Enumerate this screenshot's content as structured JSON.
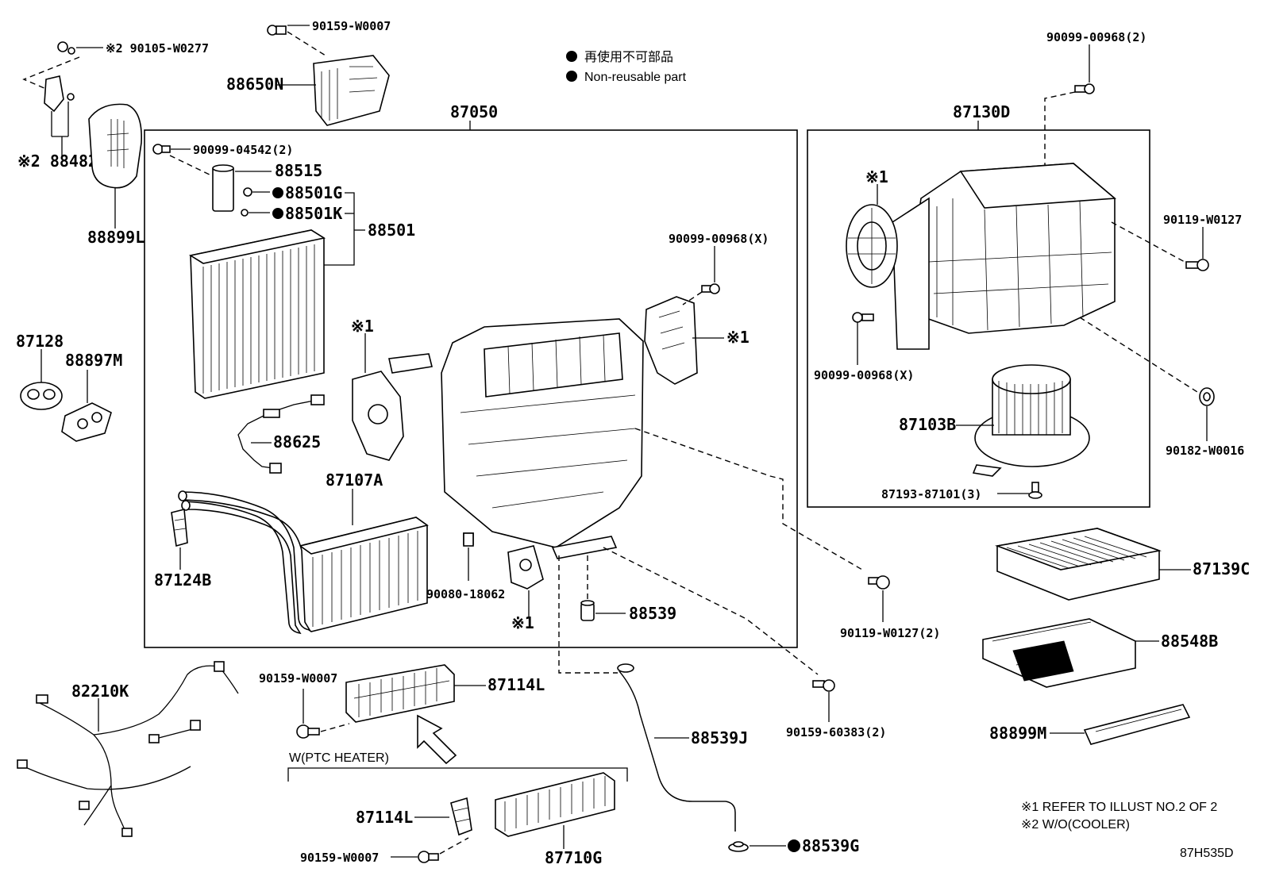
{
  "diagram_id": "87H535D",
  "legend": {
    "jp": "再使用不可部品",
    "en": "Non-reusable part"
  },
  "groups": {
    "unit": "87050",
    "blower": "87130D",
    "ptc_header": "W(PTC HEATER)"
  },
  "labels": {
    "l90159_top": "90159-W0007",
    "l88650N": "88650N",
    "l90105": "※2 90105-W0277",
    "l88482": "※2 88482",
    "l88899L": "88899L",
    "l90099_04542": "90099-04542(2)",
    "l88515": "88515",
    "l88501G": "88501G",
    "l88501K": "88501K",
    "l88501": "88501",
    "l87128": "87128",
    "l88897M": "88897M",
    "l88625": "88625",
    "l87107A": "87107A",
    "l87124B": "87124B",
    "l90080": "90080-18062",
    "l88539": "88539",
    "l90099_X_mid": "90099-00968(X)",
    "l90099_2_top": "90099-00968(2)",
    "l90099_X_right": "90099-00968(X)",
    "l90119_W0127": "90119-W0127",
    "l87103B": "87103B",
    "l90182": "90182-W0016",
    "l87193": "87193-87101(3)",
    "l87139C": "87139C",
    "l90119_W0127_2": "90119-W0127(2)",
    "l88548B": "88548B",
    "l90159_60383": "90159-60383(2)",
    "l88899M": "88899M",
    "l88539J": "88539J",
    "l88539G": "88539G",
    "l82210K": "82210K",
    "l90159_mid": "90159-W0007",
    "l87114L_top": "87114L",
    "l87114L_bot": "87114L",
    "l90159_bot": "90159-W0007",
    "l87710G": "87710G",
    "ref1_mark_a": "※1",
    "ref1_mark_b": "※1",
    "ref1_mark_c": "※1",
    "ref1_mark_d": "※1"
  },
  "footnotes": {
    "n1": "※1 REFER TO ILLUST NO.2 OF 2",
    "n2": "※2 W/O(COOLER)"
  }
}
